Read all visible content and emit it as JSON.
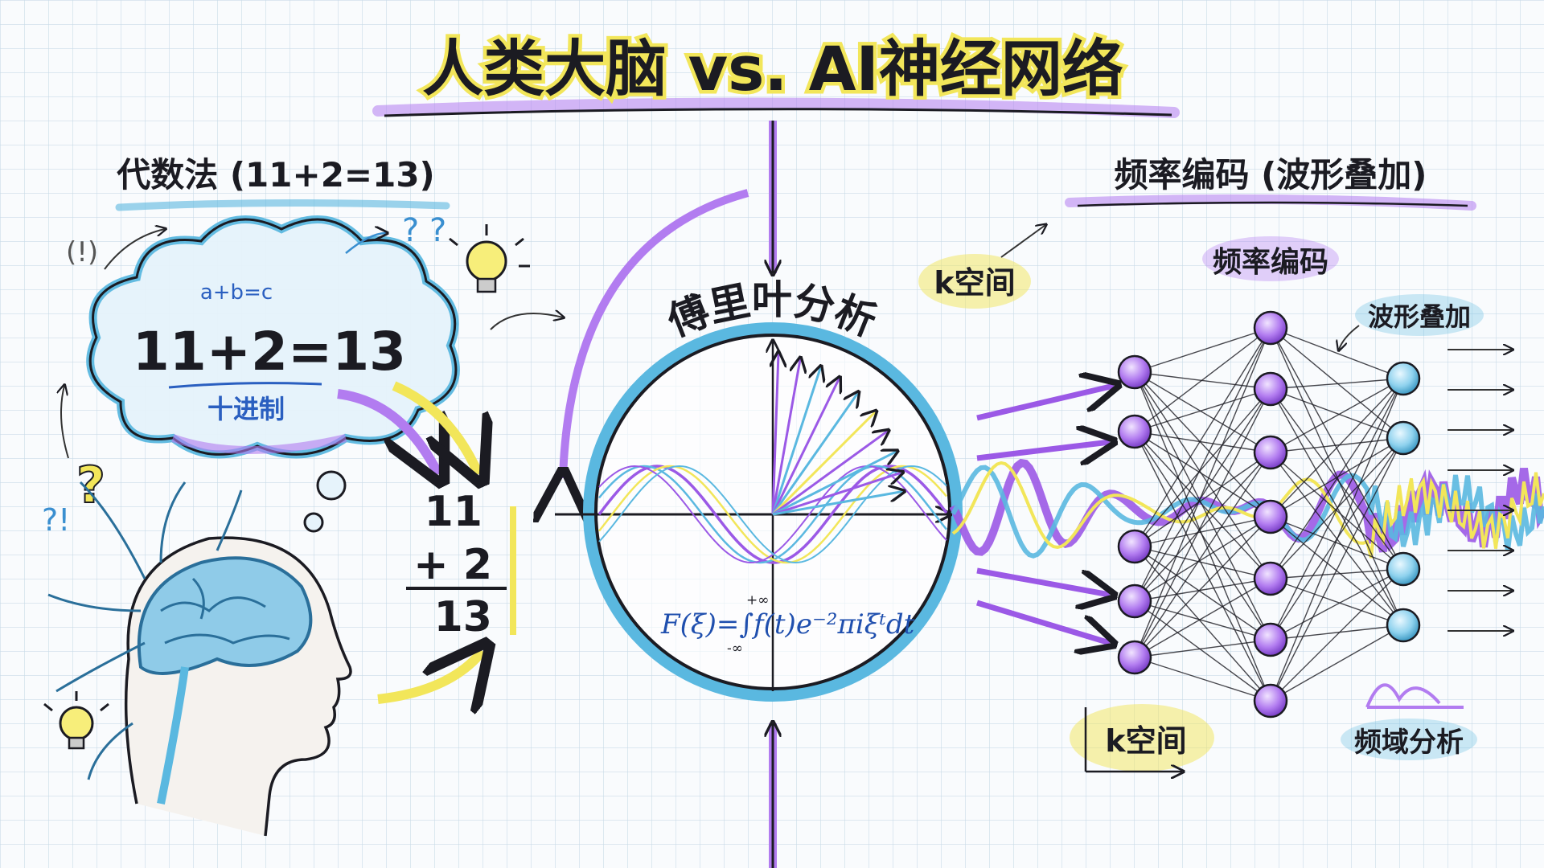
{
  "title": "人类大脑 vs. AI神经网络",
  "left": {
    "heading": "代数法 (11+2=13)",
    "cloud": {
      "rule": "a+b=c",
      "equation": "11+2=13",
      "base": "十进制"
    },
    "column_addition": {
      "top": "11",
      "middle": "+ 2",
      "result": "13"
    },
    "marks": {
      "question_pair": "? ?",
      "exclaim": "?!",
      "question": "?",
      "paren": "(!)"
    }
  },
  "center": {
    "label": "傅里叶分析",
    "formula": "F(ξ)=∫f(t)e⁻²πiξᵗdt",
    "formula_upper": "+∞",
    "formula_lower": "-∞"
  },
  "right": {
    "heading": "频率编码 (波形叠加)",
    "kspace_top": "k空间",
    "kspace_bottom": "k空间",
    "network_label": "频率编码",
    "superposition_label": "波形叠加",
    "frequency_analysis_label": "频域分析"
  },
  "colors": {
    "purple": "#9b59e6",
    "blue": "#5ab8e0",
    "yellow": "#f2e65a",
    "ink": "#1b1b22",
    "grid": "#c9dbe8"
  },
  "icons": [
    "lightbulb-icon",
    "brain-head-icon",
    "thought-cloud-icon",
    "arrow-icon"
  ]
}
